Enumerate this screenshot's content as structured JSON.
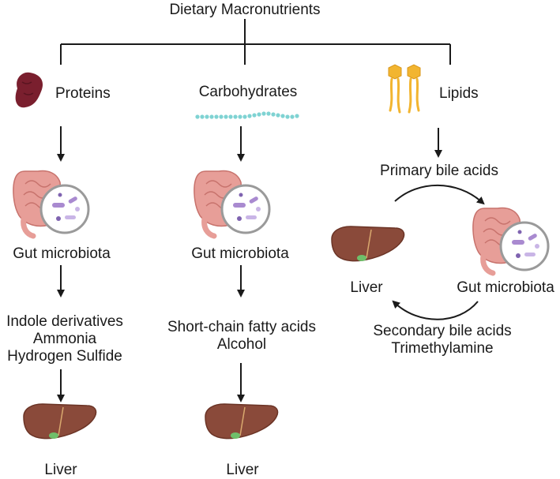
{
  "title": "Dietary Macronutrients",
  "columns": {
    "proteins": {
      "label": "Proteins",
      "microbiota": "Gut microbiota",
      "metabolites": [
        "Indole derivatives",
        "Ammonia",
        "Hydrogen Sulfide"
      ],
      "organ": "Liver"
    },
    "carbohydrates": {
      "label": "Carbohydrates",
      "microbiota": "Gut microbiota",
      "metabolites": [
        "Short-chain fatty acids",
        "Alcohol"
      ],
      "organ": "Liver"
    },
    "lipids": {
      "label": "Lipids",
      "primary": "Primary bile acids",
      "organ": "Liver",
      "microbiota": "Gut microbiota",
      "secondary": [
        "Secondary bile acids",
        "Trimethylamine"
      ]
    }
  },
  "icons": {
    "protein": "protein-blob-icon",
    "carbohydrate": "carbohydrate-chain-icon",
    "lipid": "phospholipid-icon",
    "intestine": "intestine-with-bacteria-icon",
    "liver": "liver-icon"
  },
  "colors": {
    "line": "#1a1a1a",
    "protein": "#7a1f2e",
    "carb": "#7fd3d3",
    "lipid": "#f2b530",
    "intestine": "#e79e98",
    "liver": "#8a4a3a",
    "bacteria": "#a98ad0"
  }
}
